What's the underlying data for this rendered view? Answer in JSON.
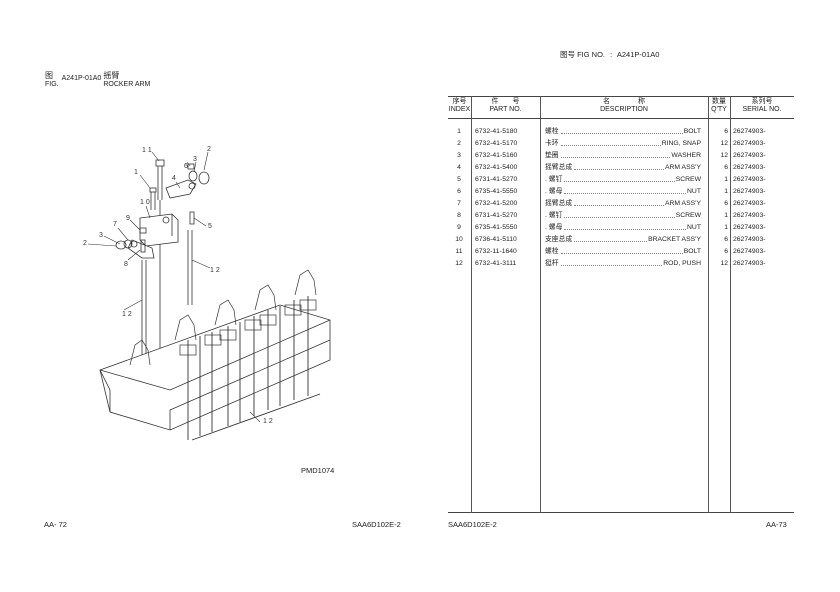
{
  "left_page": {
    "fig_label_cn": "图",
    "fig_label_en": "FIG.",
    "fig_number": "A241P-01A0",
    "fig_title_cn": "摇臂",
    "fig_title_en": "ROCKER ARM",
    "drawing_code": "PMD1074",
    "page_number": "AA- 72",
    "model": "SAA6D102E-2",
    "callouts": [
      "1 1",
      "2",
      "1",
      "6",
      "3",
      "4",
      "1 0",
      "9",
      "7",
      "3",
      "2",
      "5",
      "8",
      "1 2",
      "1 2",
      "1 2"
    ]
  },
  "right_page": {
    "fig_no_label_cn": "图号",
    "fig_no_label_en": "FIG NO.",
    "fig_no_sep": ":",
    "fig_number": "A241P-01A0",
    "model": "SAA6D102E-2",
    "page_number": "AA-73",
    "table": {
      "headers": [
        {
          "cn": "序号",
          "en": "INDEX"
        },
        {
          "cn": "件　　号",
          "en": "PART NO."
        },
        {
          "cn": "名　　　　称",
          "en": "DESCRIPTION"
        },
        {
          "cn": "数量",
          "en": "Q'TY"
        },
        {
          "cn": "系列号",
          "en": "SERIAL NO."
        }
      ],
      "rows": [
        {
          "index": "1",
          "part_no": "6732-41-5180",
          "desc_cn": "螺栓",
          "desc_en": "BOLT",
          "qty": "6",
          "serial": "26274903-"
        },
        {
          "index": "2",
          "part_no": "6732-41-5170",
          "desc_cn": "卡环",
          "desc_en": "RING, SNAP",
          "qty": "12",
          "serial": "26274903-"
        },
        {
          "index": "3",
          "part_no": "6732-41-5160",
          "desc_cn": "垫圈",
          "desc_en": "WASHER",
          "qty": "12",
          "serial": "26274903-"
        },
        {
          "index": "4",
          "part_no": "6732-41-5400",
          "desc_cn": "摇臂总成",
          "desc_en": "ARM ASS'Y",
          "qty": "6",
          "serial": "26274903-"
        },
        {
          "index": "5",
          "part_no": "6731-41-5270",
          "desc_cn": ". 螺钉",
          "desc_en": "SCREW",
          "qty": "1",
          "serial": "26274903-"
        },
        {
          "index": "6",
          "part_no": "6735-41-5550",
          "desc_cn": ". 螺母",
          "desc_en": "NUT",
          "qty": "1",
          "serial": "26274903-"
        },
        {
          "index": "7",
          "part_no": "6732-41-5200",
          "desc_cn": "摇臂总成",
          "desc_en": "ARM ASS'Y",
          "qty": "6",
          "serial": "26274903-"
        },
        {
          "index": "8",
          "part_no": "6731-41-5270",
          "desc_cn": ". 螺钉",
          "desc_en": "SCREW",
          "qty": "1",
          "serial": "26274903-"
        },
        {
          "index": "9",
          "part_no": "6735-41-5550",
          "desc_cn": ". 螺母",
          "desc_en": "NUT",
          "qty": "1",
          "serial": "26274903-"
        },
        {
          "index": "10",
          "part_no": "6736-41-5110",
          "desc_cn": "支座总成",
          "desc_en": "BRACKET ASS'Y",
          "qty": "6",
          "serial": "26274903-"
        },
        {
          "index": "11",
          "part_no": "6732-11-1640",
          "desc_cn": "螺栓",
          "desc_en": "BOLT",
          "qty": "6",
          "serial": "26274903-"
        },
        {
          "index": "12",
          "part_no": "6732-41-3111",
          "desc_cn": "挺杆",
          "desc_en": "ROD, PUSH",
          "qty": "12",
          "serial": "26274903-"
        }
      ]
    }
  }
}
